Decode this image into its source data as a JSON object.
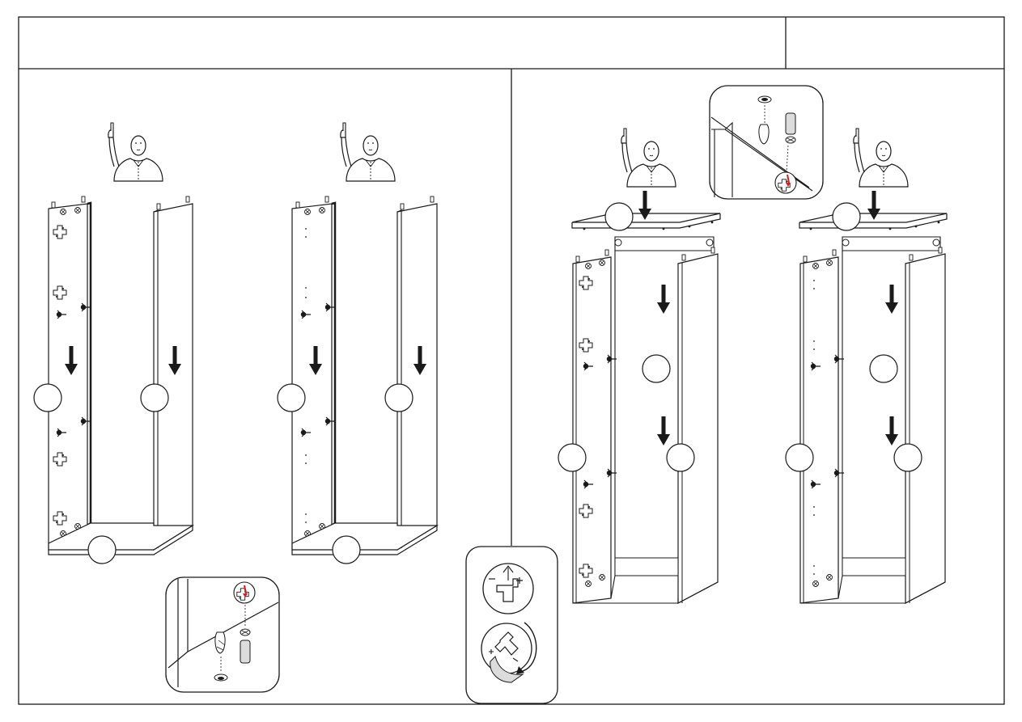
{
  "header": {
    "title_cell_text": "",
    "step_cell_text": ""
  },
  "colors": {
    "ink": "#1a1a1a",
    "paper": "#ffffff",
    "highlight": "#d11f1f",
    "shade": "#dcdcdc"
  },
  "panels": [
    {
      "name": "left-step",
      "figures": [
        "person-pointing-up",
        "side-panel-left",
        "side-panel-right",
        "base-panel"
      ]
    },
    {
      "name": "right-step",
      "figures": [
        "person-pointing-up",
        "top-panel",
        "carcass-assembly"
      ]
    }
  ],
  "icons": [
    "person-pointing-up-icon",
    "down-arrow-icon",
    "cam-lock-icon",
    "dowel-icon",
    "screwdriver-icon",
    "rotate-lock-icon"
  ],
  "callouts": {
    "part_labels": [
      "",
      "",
      "",
      "",
      "",
      "",
      "",
      "",
      "",
      "",
      "",
      "",
      ""
    ]
  }
}
